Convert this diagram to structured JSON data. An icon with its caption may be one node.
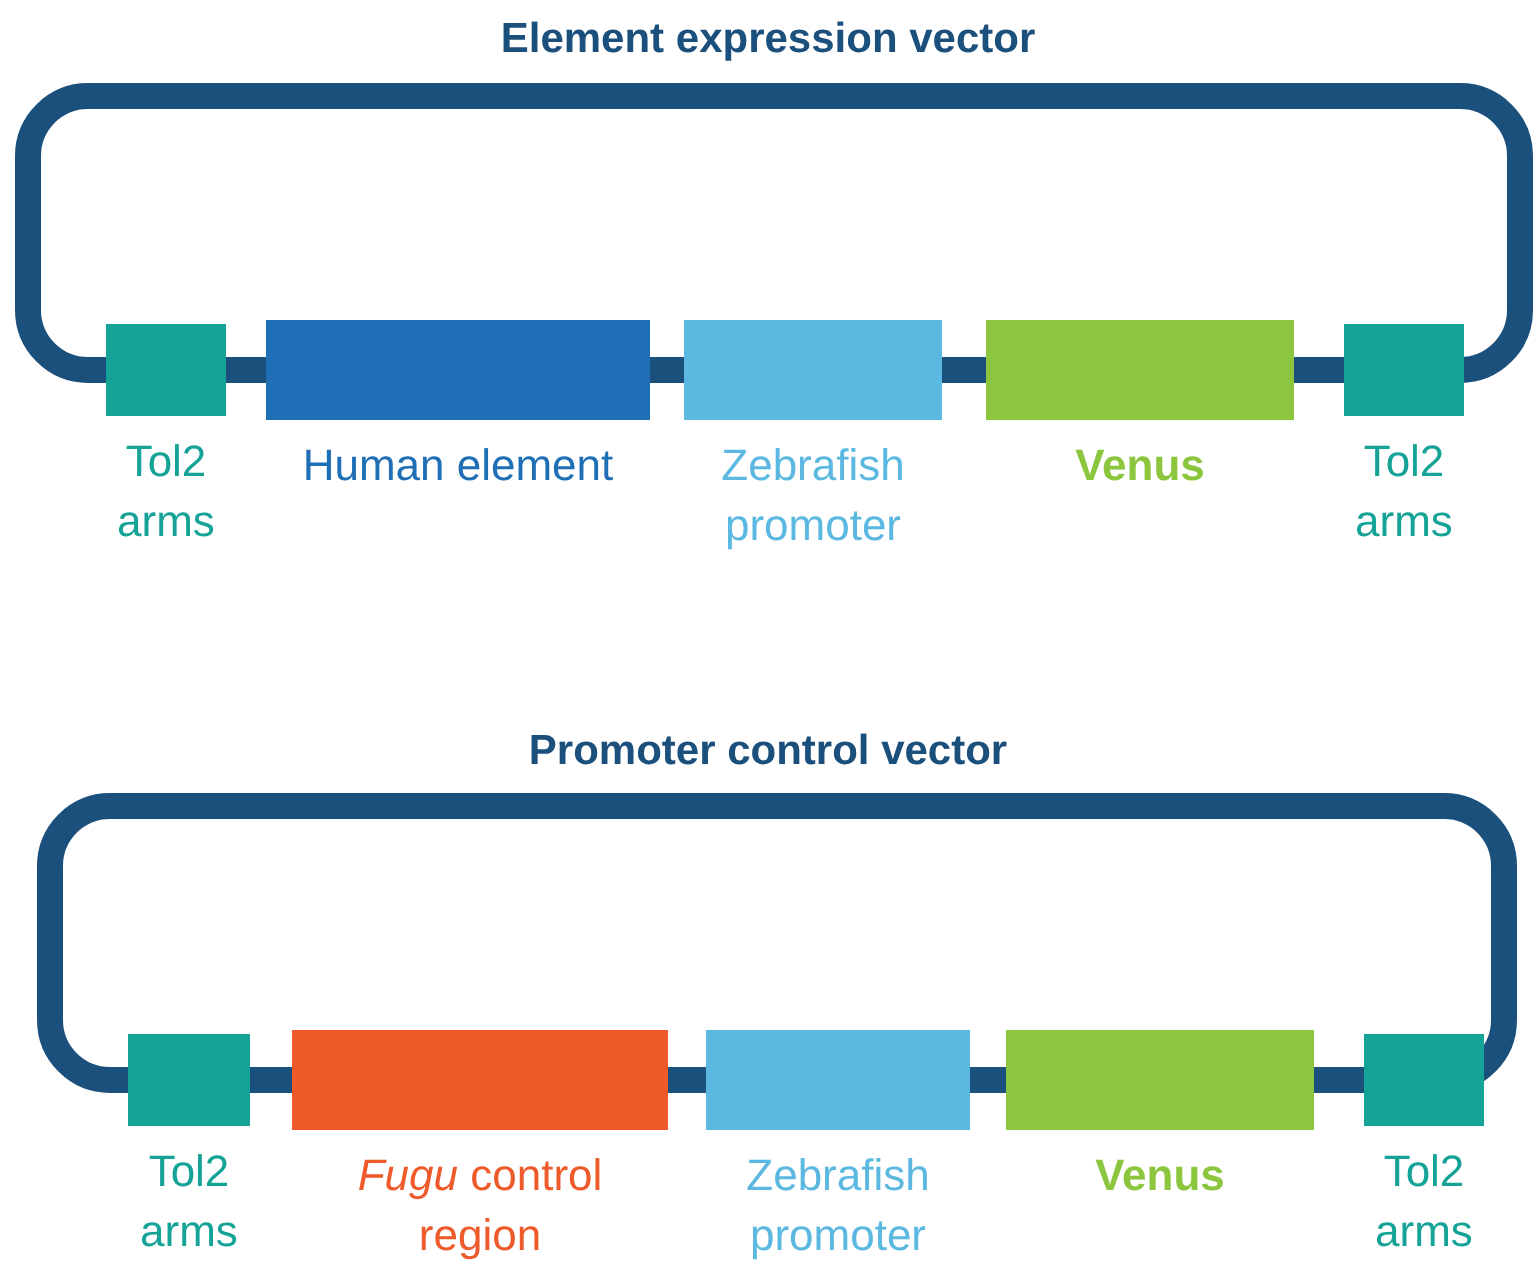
{
  "diagram": {
    "nodes": [
      {
        "text": [
          "Tol2 arms"
        ]
      },
      {
        "text": [
          "Human element"
        ]
      },
      {
        "text": [
          "Zebrafish promoter"
        ]
      },
      {
        "text": [
          "Venus"
        ]
      },
      {
        "text": [
          "Tol2 arms"
        ]
      },
      {
        "text": [
          "Tol2 arms"
        ]
      },
      {
        "text": [
          "*Fugu* control region"
        ]
      },
      {
        "text": [
          "Zebrafish promoter"
        ]
      },
      {
        "text": [
          "Venus"
        ]
      },
      {
        "text": [
          "Tol2 arms"
        ]
      }
    ],
    "edges": [
      {
        "from": 0,
        "to": 1,
        "arrow": "none"
      },
      {
        "from": 1,
        "to": 2,
        "arrow": "none"
      },
      {
        "from": 2,
        "to": 3,
        "arrow": "none"
      },
      {
        "from": 3,
        "to": 4,
        "arrow": "none"
      },
      {
        "from": 4,
        "to": 0,
        "arrow": "none"
      },
      {
        "from": 5,
        "to": 6,
        "arrow": "none"
      },
      {
        "from": 6,
        "to": 7,
        "arrow": "none"
      },
      {
        "from": 7,
        "to": 8,
        "arrow": "none"
      },
      {
        "from": 8,
        "to": 9,
        "arrow": "none"
      },
      {
        "from": 9,
        "to": 5,
        "arrow": "none"
      }
    ],
    "labels": [
      "Element expression vector",
      "Promoter control vector"
    ]
  }
}
